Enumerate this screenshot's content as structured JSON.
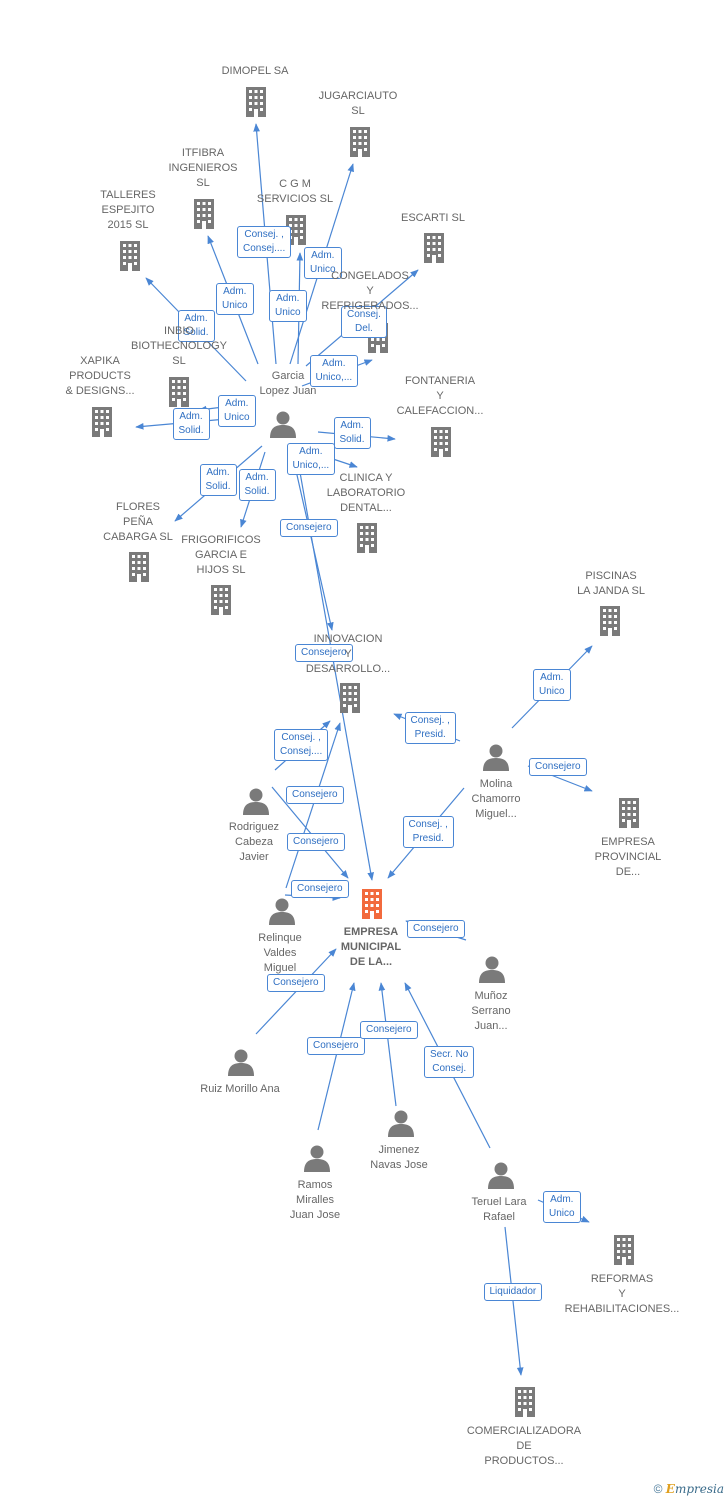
{
  "colors": {
    "edge": "#4a86d4",
    "node": "#7a7a7a",
    "focus": "#f26a3d"
  },
  "nodes": [
    {
      "id": "dimopel",
      "kind": "company",
      "label": "DIMOPEL SA"
    },
    {
      "id": "jugarciauto",
      "kind": "company",
      "label": "JUGARCIAUTO\nSL"
    },
    {
      "id": "itfibra",
      "kind": "company",
      "label": "ITFIBRA\nINGENIEROS\nSL"
    },
    {
      "id": "cgm",
      "kind": "company",
      "label": "C G M\nSERVICIOS  SL"
    },
    {
      "id": "talleres",
      "kind": "company",
      "label": "TALLERES\nESPEJITO\n2015  SL"
    },
    {
      "id": "escarti",
      "kind": "company",
      "label": "ESCARTI SL"
    },
    {
      "id": "congelados",
      "kind": "company",
      "label": "CONGELADOS\nY\nREFRIGERADOS..."
    },
    {
      "id": "inbio",
      "kind": "company",
      "label": "INBIO\nBIOTHECNOLOGY\nSL"
    },
    {
      "id": "xapika",
      "kind": "company",
      "label": "XAPIKA\nPRODUCTS\n& DESIGNS..."
    },
    {
      "id": "fontaneria",
      "kind": "company",
      "label": "FONTANERIA\nY\nCALEFACCION..."
    },
    {
      "id": "clinica",
      "kind": "company",
      "label": "CLINICA Y\nLABORATORIO\nDENTAL..."
    },
    {
      "id": "flores",
      "kind": "company",
      "label": "FLORES\nPEÑA\nCABARGA  SL"
    },
    {
      "id": "frigorificos",
      "kind": "company",
      "label": "FRIGORIFICOS\nGARCIA E\nHIJOS  SL"
    },
    {
      "id": "innovacion",
      "kind": "company",
      "label": "INNOVACION\nY\nDESARROLLO..."
    },
    {
      "id": "piscinas",
      "kind": "company",
      "label": "PISCINAS\nLA JANDA SL"
    },
    {
      "id": "provincial",
      "kind": "company",
      "label": "EMPRESA\nPROVINCIAL\nDE..."
    },
    {
      "id": "municipal",
      "kind": "focus",
      "label": "EMPRESA\nMUNICIPAL\nDE LA..."
    },
    {
      "id": "reformas",
      "kind": "company",
      "label": "REFORMAS\nY\nREHABILITACIONES..."
    },
    {
      "id": "comercializadora",
      "kind": "company",
      "label": "COMERCIALIZADORA\nDE\nPRODUCTOS..."
    },
    {
      "id": "garcia",
      "kind": "person",
      "label": "Garcia\nLopez Juan"
    },
    {
      "id": "molina",
      "kind": "person",
      "label": "Molina\nChamorro\nMiguel..."
    },
    {
      "id": "rodriguez",
      "kind": "person",
      "label": "Rodriguez\nCabeza\nJavier"
    },
    {
      "id": "relinque",
      "kind": "person",
      "label": "Relinque\nValdes\nMiguel"
    },
    {
      "id": "munoz",
      "kind": "person",
      "label": "Muñoz\nSerrano\nJuan..."
    },
    {
      "id": "ruiz",
      "kind": "person",
      "label": "Ruiz Morillo Ana"
    },
    {
      "id": "jimenez",
      "kind": "person",
      "label": "Jimenez\nNavas Jose"
    },
    {
      "id": "ramos",
      "kind": "person",
      "label": "Ramos\nMiralles\nJuan Jose"
    },
    {
      "id": "teruel",
      "kind": "person",
      "label": "Teruel Lara\nRafael"
    }
  ],
  "edges": [
    {
      "from": "garcia",
      "to": "dimopel",
      "label": "Consej. ,\nConsej...."
    },
    {
      "from": "garcia",
      "to": "jugarciauto",
      "label": "Adm.\nUnico"
    },
    {
      "from": "garcia",
      "to": "itfibra",
      "label": "Adm.\nUnico"
    },
    {
      "from": "garcia",
      "to": "cgm",
      "label": "Adm.\nUnico"
    },
    {
      "from": "garcia",
      "to": "talleres",
      "label": "Adm.\nSolid."
    },
    {
      "from": "garcia",
      "to": "escarti",
      "label": "Consej.\nDel."
    },
    {
      "from": "garcia",
      "to": "congelados",
      "label": "Adm.\nUnico,..."
    },
    {
      "from": "garcia",
      "to": "inbio",
      "label": "Adm.\nUnico"
    },
    {
      "from": "garcia",
      "to": "xapika",
      "label": "Adm.\nSolid."
    },
    {
      "from": "garcia",
      "to": "fontaneria",
      "label": "Adm.\nSolid."
    },
    {
      "from": "garcia",
      "to": "clinica",
      "label": "Adm.\nUnico,..."
    },
    {
      "from": "garcia",
      "to": "flores",
      "label": "Adm.\nSolid."
    },
    {
      "from": "garcia",
      "to": "frigorificos",
      "label": "Adm.\nSolid."
    },
    {
      "from": "garcia",
      "to": "innovacion",
      "label": "Consejero"
    },
    {
      "from": "garcia",
      "to": "municipal",
      "label": "Consejero"
    },
    {
      "from": "molina",
      "to": "piscinas",
      "label": "Adm.\nUnico"
    },
    {
      "from": "molina",
      "to": "provincial",
      "label": "Consejero"
    },
    {
      "from": "molina",
      "to": "innovacion",
      "label": "Consej. ,\nPresid."
    },
    {
      "from": "molina",
      "to": "municipal",
      "label": "Consej. ,\nPresid."
    },
    {
      "from": "rodriguez",
      "to": "innovacion",
      "label": "Consej. ,\nConsej...."
    },
    {
      "from": "relinque",
      "to": "innovacion",
      "label": "Consejero"
    },
    {
      "from": "rodriguez",
      "to": "municipal",
      "label": "Consejero"
    },
    {
      "from": "relinque",
      "to": "municipal",
      "label": "Consejero"
    },
    {
      "from": "munoz",
      "to": "municipal",
      "label": "Consejero"
    },
    {
      "from": "ruiz",
      "to": "municipal",
      "label": "Consejero"
    },
    {
      "from": "ramos",
      "to": "municipal",
      "label": "Consejero"
    },
    {
      "from": "jimenez",
      "to": "municipal",
      "label": "Consejero"
    },
    {
      "from": "teruel",
      "to": "municipal",
      "label": "Secr.  No\nConsej."
    },
    {
      "from": "teruel",
      "to": "reformas",
      "label": "Adm.\nUnico"
    },
    {
      "from": "teruel",
      "to": "comercializadora",
      "label": "Liquidador"
    }
  ],
  "footer": {
    "copyright_symbol": "©",
    "brand_initial": "E",
    "brand_rest": "mpresia"
  }
}
